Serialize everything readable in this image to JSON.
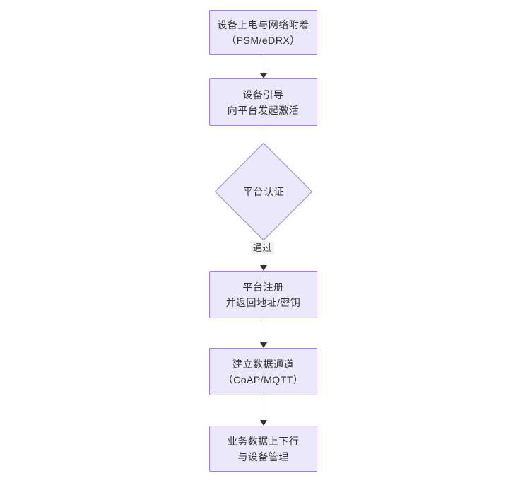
{
  "diagram": {
    "type": "flowchart",
    "orientation": "top-to-bottom",
    "background_color": "#ffffff",
    "node_fill_color": "#ece8fb",
    "node_border_color": "#9f82d4",
    "connector_color": "#333333",
    "text_color": "#333333",
    "edge_label_background": "#f2f2f2",
    "nodes": [
      {
        "id": "n1",
        "shape": "rectangle",
        "lines": [
          "设备上电与网络附着",
          "（PSM/eDRX）"
        ]
      },
      {
        "id": "n2",
        "shape": "rectangle",
        "lines": [
          "设备引导",
          "向平台发起激活"
        ]
      },
      {
        "id": "n3",
        "shape": "diamond",
        "lines": [
          "平台认证"
        ]
      },
      {
        "id": "n4",
        "shape": "rectangle",
        "lines": [
          "平台注册",
          "并返回地址/密钥"
        ]
      },
      {
        "id": "n5",
        "shape": "rectangle",
        "lines": [
          "建立数据通道",
          "（CoAP/MQTT）"
        ]
      },
      {
        "id": "n6",
        "shape": "rectangle",
        "lines": [
          "业务数据上下行",
          "与设备管理"
        ]
      }
    ],
    "edges": [
      {
        "id": "e1",
        "from": "n1",
        "to": "n2",
        "label": ""
      },
      {
        "id": "e2",
        "from": "n2",
        "to": "n3",
        "label": ""
      },
      {
        "id": "e3",
        "from": "n3",
        "to": "n4",
        "label": "通过"
      },
      {
        "id": "e4",
        "from": "n4",
        "to": "n5",
        "label": ""
      },
      {
        "id": "e5",
        "from": "n5",
        "to": "n6",
        "label": ""
      }
    ]
  }
}
